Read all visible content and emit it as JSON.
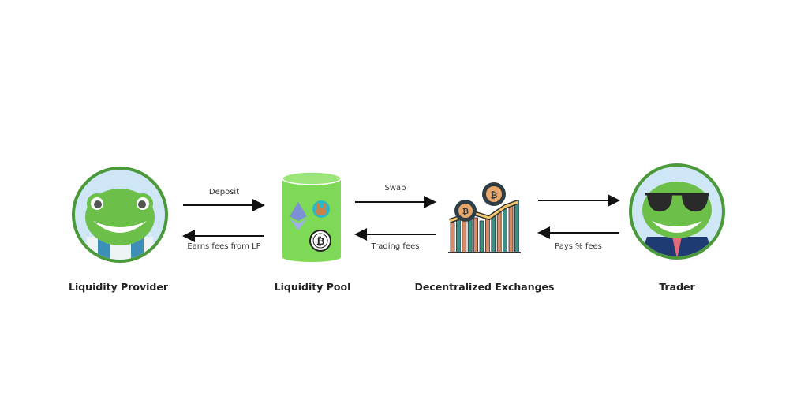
{
  "nodes": [
    {
      "id": "liquidity-provider",
      "label": "Liquidity Provider"
    },
    {
      "id": "liquidity-pool",
      "label": "Liquidity Pool"
    },
    {
      "id": "decentralized-exchanges",
      "label": "Decentralized Exchanges"
    },
    {
      "id": "trader",
      "label": "Trader"
    }
  ],
  "edges": [
    {
      "from": "liquidity-provider",
      "to": "liquidity-pool",
      "label": "Deposit"
    },
    {
      "from": "liquidity-pool",
      "to": "liquidity-provider",
      "label": "Earns fees from LP"
    },
    {
      "from": "liquidity-pool",
      "to": "decentralized-exchanges",
      "label": "Swap"
    },
    {
      "from": "decentralized-exchanges",
      "to": "liquidity-pool",
      "label": "Trading fees"
    },
    {
      "from": "decentralized-exchanges",
      "to": "trader",
      "label": ""
    },
    {
      "from": "trader",
      "to": "decentralized-exchanges",
      "label": "Pays % fees"
    }
  ],
  "colors": {
    "frog": "#6cc04a",
    "ring": "#4a9a3a",
    "sky": "#cfe6f6",
    "pool": "#7ed957"
  }
}
